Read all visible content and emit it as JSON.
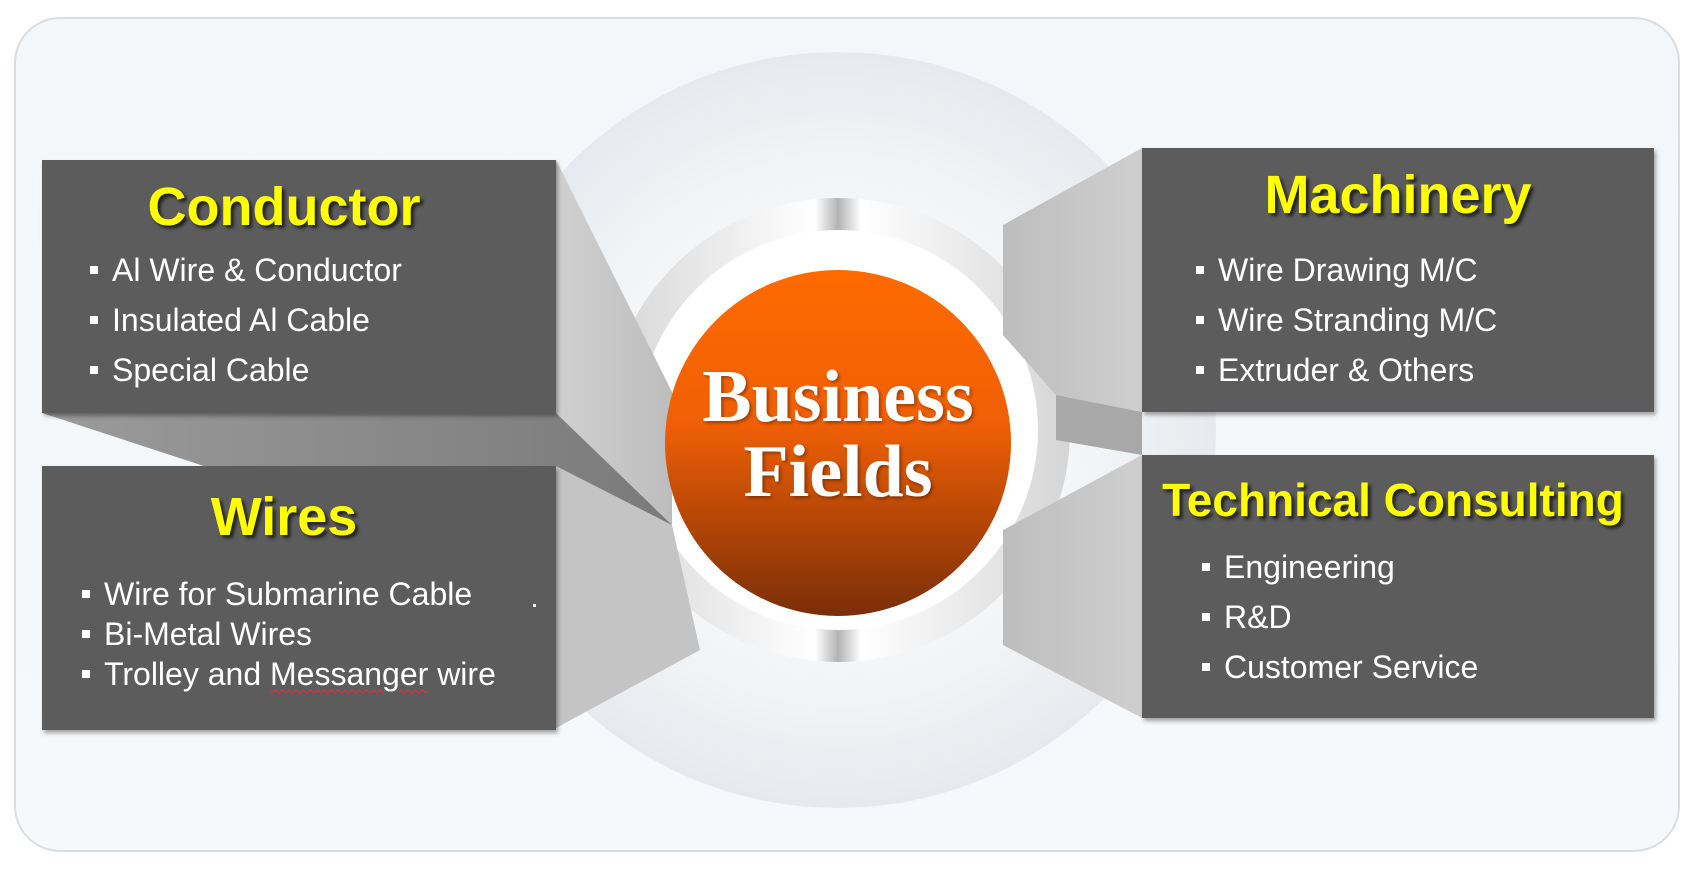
{
  "center": {
    "line1": "Business",
    "line2": "Fields"
  },
  "boxes": {
    "conductor": {
      "title": "Conductor",
      "items": [
        "Al Wire & Conductor",
        "Insulated Al Cable",
        "Special Cable"
      ]
    },
    "wires": {
      "title": "Wires",
      "items": [
        "Wire for Submarine Cable",
        "Bi-Metal Wires",
        "Trolley and ",
        "Messanger",
        " wire"
      ]
    },
    "machinery": {
      "title": "Machinery",
      "items": [
        "Wire Drawing M/C",
        "Wire Stranding M/C",
        "Extruder & Others"
      ]
    },
    "consulting": {
      "title": "Technical Consulting",
      "items": [
        "Engineering",
        "R&D",
        "Customer Service"
      ]
    }
  },
  "colors": {
    "box_bg": "#5c5c5c",
    "title": "#ffff00",
    "center_top": "#ff6a00",
    "center_bottom": "#7a2e08"
  }
}
